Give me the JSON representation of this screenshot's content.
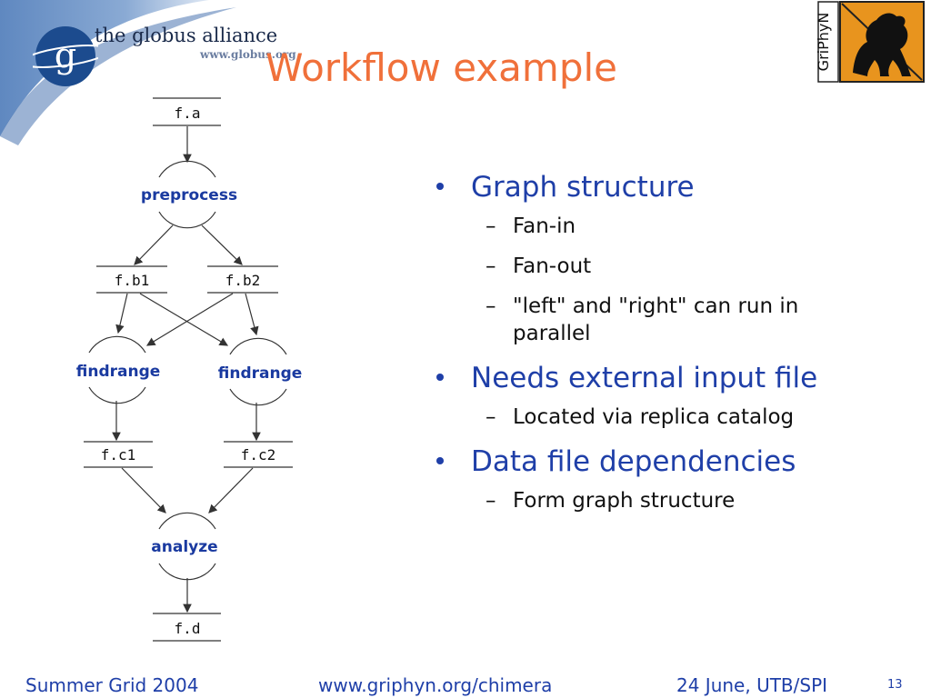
{
  "header": {
    "logo_text": "the globus alliance",
    "logo_url": "www.globus.org",
    "logo_glyph": "g",
    "title": "Workflow example",
    "griphyn_text": "GriPhyN"
  },
  "diagram": {
    "files": {
      "fa": "f.a",
      "fb1": "f.b1",
      "fb2": "f.b2",
      "fc1": "f.c1",
      "fc2": "f.c2",
      "fd": "f.d"
    },
    "processes": {
      "preprocess": "preprocess",
      "findrange_left": "findrange",
      "findrange_right": "findrange",
      "analyze": "analyze"
    }
  },
  "bullets": [
    {
      "text": "Graph structure",
      "sub": [
        "Fan-in",
        "Fan-out",
        "\"left\" and \"right\" can run in parallel"
      ]
    },
    {
      "text": "Needs external input file",
      "sub": [
        "Located via replica catalog"
      ]
    },
    {
      "text": "Data file dependencies",
      "sub": [
        "Form graph structure"
      ]
    }
  ],
  "footer": {
    "left": "Summer Grid 2004",
    "center": "www.griphyn.org/chimera",
    "right": "24 June, UTB/SPI",
    "page": "13"
  },
  "colors": {
    "title": "#f0703a",
    "bullet_text": "#1f3fa8",
    "process_label": "#1a3aa0",
    "logo_swoosh": "#6f95c6"
  }
}
